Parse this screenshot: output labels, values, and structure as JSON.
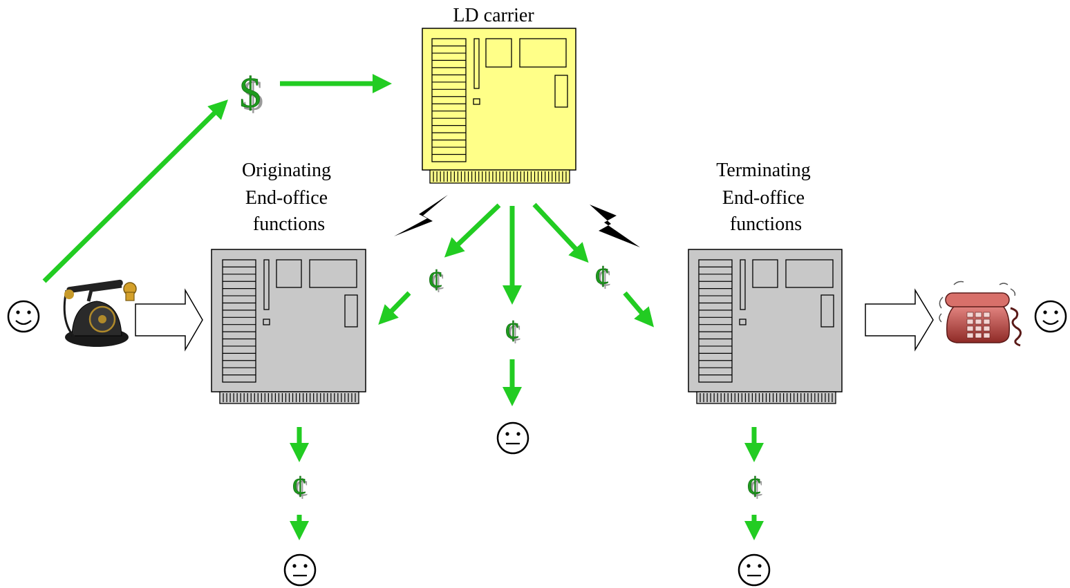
{
  "labels": {
    "ld_carrier": "LD carrier",
    "originating": [
      "Originating",
      "End-office",
      "functions"
    ],
    "terminating": [
      "Terminating",
      "End-office",
      "functions"
    ]
  },
  "symbols": {
    "dollar": "$",
    "cent": "¢"
  },
  "colors": {
    "flow_arrow": "#22cc22",
    "money_text": "#1e9a1e",
    "ld_box_fill": "#ffff88",
    "end_office_fill": "#c8c8c8",
    "caller_phone": "#222222",
    "receiver_phone": "#c0504d"
  },
  "icons": {
    "caller_face": "smiling-face-icon",
    "receiver_face": "smiling-face-icon",
    "neutral_face": "neutral-face-icon",
    "lightning": "lightning-bolt-icon",
    "caller_phone": "vintage-telephone-icon",
    "receiver_phone": "ringing-telephone-icon"
  }
}
